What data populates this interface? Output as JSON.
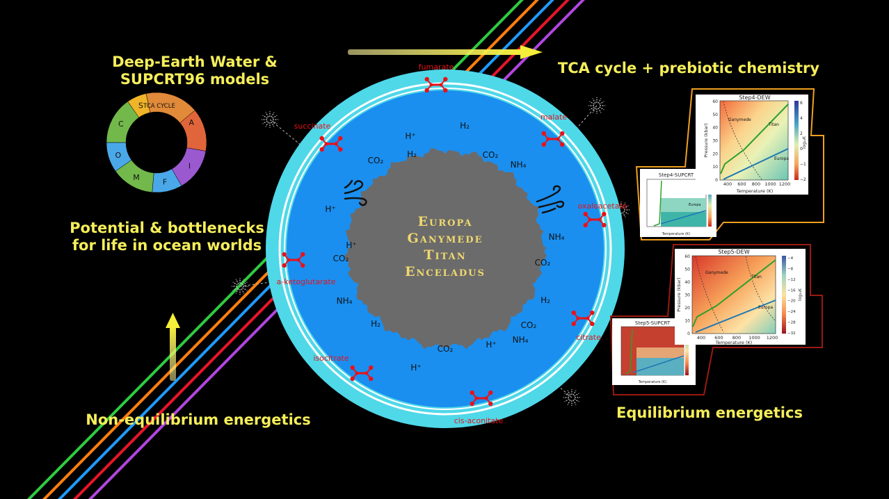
{
  "texts": {
    "left_title": "Deep-Earth Water & SUPCRT96 models",
    "tca_title": "TCA cycle + prebiotic chemistry",
    "potential": "Potential & bottlenecks for life in ocean worlds",
    "noneq": "Non-equilibrium energetics",
    "eq": "Equilibrium energetics"
  },
  "bodies": [
    "Europa",
    "Ganymede",
    "Titan",
    "Enceladus"
  ],
  "tca_ring": {
    "title": "TCA CYCLE",
    "segments": [
      {
        "label": "A",
        "color": "#e0653a"
      },
      {
        "label": "I",
        "color": "#9b59d0"
      },
      {
        "label": "F",
        "color": "#4aa8e8"
      },
      {
        "label": "M",
        "color": "#72b84a"
      },
      {
        "label": "O",
        "color": "#4aa8e8"
      },
      {
        "label": "C",
        "color": "#72b84a"
      },
      {
        "label": "S",
        "color": "#f0b429"
      },
      {
        "label": "TCA",
        "color": "#e08a3a"
      }
    ]
  },
  "molecules": [
    {
      "label": "fumarate"
    },
    {
      "label": "malate"
    },
    {
      "label": "oxaloacetate"
    },
    {
      "label": "citrate"
    },
    {
      "label": "cis-aconitate"
    },
    {
      "label": "isocitrate"
    },
    {
      "label": "a-ketoglutarate"
    },
    {
      "label": "succinate"
    }
  ],
  "species": [
    "H₂",
    "H⁺",
    "CO₂",
    "H₂",
    "CO₂",
    "NH₄",
    "H⁺",
    "NH₄",
    "H⁺",
    "CO₂",
    "CO₂",
    "NH₄",
    "H₂",
    "H₂",
    "CO₂",
    "H⁺",
    "NH₄",
    "CO₂",
    "H⁺"
  ],
  "plots": {
    "dew4": {
      "title": "Step4-DEW",
      "xlabel": "Temperature (K)",
      "ylabel": "Pressure (kbar)",
      "xticks": [
        "400",
        "600",
        "800",
        "1000",
        "1200"
      ],
      "yticks": [
        "0",
        "10",
        "20",
        "30",
        "40",
        "50",
        "60"
      ],
      "cbar_label": "log₁₀K",
      "cbar_ticks": [
        "6",
        "4",
        "2",
        "0",
        "−1",
        "−2"
      ],
      "labels": [
        "Ganymede",
        "Titan",
        "Europa"
      ]
    },
    "supcrt4": {
      "title": "Step4-SUPCRT",
      "xlabel": "Temperature (K)",
      "labels": [
        "Europa"
      ]
    },
    "dew5": {
      "title": "Step5-DEW",
      "xlabel": "Temperature (K)",
      "ylabel": "Pressure (kbar)",
      "xticks": [
        "400",
        "600",
        "800",
        "1000",
        "1200"
      ],
      "yticks": [
        "0",
        "10",
        "20",
        "30",
        "40",
        "50",
        "60"
      ],
      "cbar_label": "log₁₀K",
      "cbar_ticks": [
        "−4",
        "−8",
        "−12",
        "−16",
        "−20",
        "−24",
        "−28",
        "−32"
      ],
      "labels": [
        "Ganymede",
        "Titan",
        "Europa"
      ]
    },
    "supcrt5": {
      "title": "Step5-SUPCRT",
      "xlabel": "Temperature (K)"
    }
  },
  "colors": {
    "background": "#000000",
    "text_yellow": "#f5ee5a",
    "outer_ring": "#4fd8e8",
    "ocean": "#1a8ff0",
    "core": "#6b6b6b",
    "molecule_red": "#e8121a",
    "rays": [
      "#2ecc40",
      "#ff7f0e",
      "#1f9bff",
      "#e8152a",
      "#b246e0"
    ],
    "frame_orange": "#f0a020",
    "frame_darkred": "#9a1a10"
  }
}
